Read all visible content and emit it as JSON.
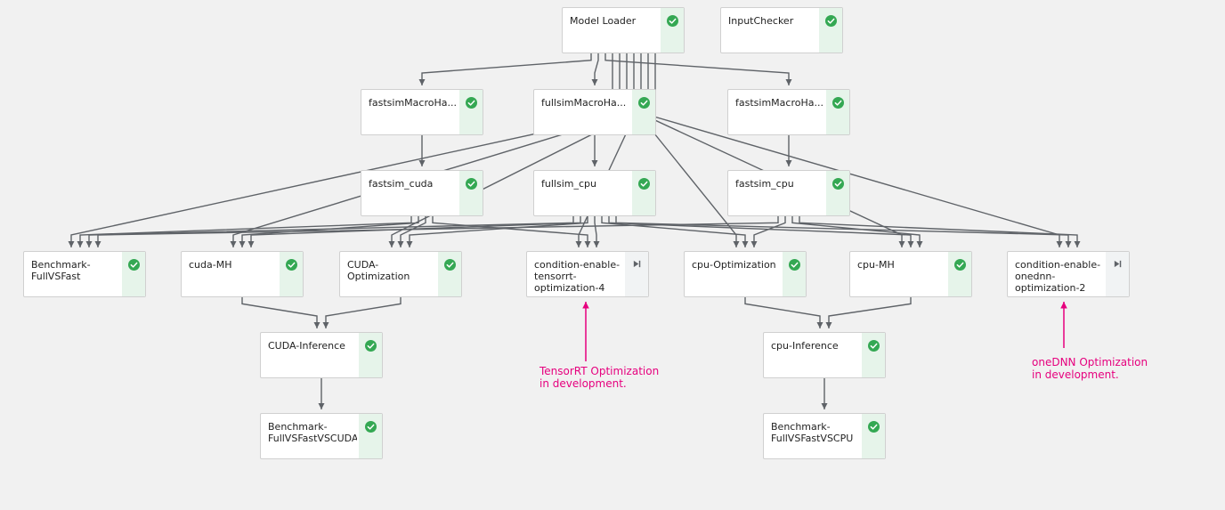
{
  "colors": {
    "background": "#f1f1f1",
    "edge": "#5f6368",
    "success_green": "#34a853",
    "skipped_icon": "#5f6368",
    "annotation_magenta": "#e6007e"
  },
  "nodes": [
    {
      "id": "model-loader",
      "label": "Model Loader",
      "status": "succeeded"
    },
    {
      "id": "input-checker",
      "label": "InputChecker",
      "status": "succeeded"
    },
    {
      "id": "fastsim-macro-1",
      "label": "fastsimMacroHa...",
      "status": "succeeded"
    },
    {
      "id": "fullsim-macro",
      "label": "fullsimMacroHa...",
      "status": "succeeded"
    },
    {
      "id": "fastsim-macro-2",
      "label": "fastsimMacroHa...",
      "status": "succeeded"
    },
    {
      "id": "fastsim-cuda",
      "label": "fastsim_cuda",
      "status": "succeeded"
    },
    {
      "id": "fullsim-cpu",
      "label": "fullsim_cpu",
      "status": "succeeded"
    },
    {
      "id": "fastsim-cpu",
      "label": "fastsim_cpu",
      "status": "succeeded"
    },
    {
      "id": "benchmark-fullvsfast",
      "label": "Benchmark-\nFullVSFast",
      "status": "succeeded"
    },
    {
      "id": "cuda-mh",
      "label": "cuda-MH",
      "status": "succeeded"
    },
    {
      "id": "cuda-optimization",
      "label": "CUDA-\nOptimization",
      "status": "succeeded"
    },
    {
      "id": "condition-tensorrt",
      "label": "condition-enable-\ntensorrt-\noptimization-4",
      "status": "skipped"
    },
    {
      "id": "cpu-optimization",
      "label": "cpu-Optimization",
      "status": "succeeded"
    },
    {
      "id": "cpu-mh",
      "label": "cpu-MH",
      "status": "succeeded"
    },
    {
      "id": "condition-onednn",
      "label": "condition-enable-\nonednn-\noptimization-2",
      "status": "skipped"
    },
    {
      "id": "cuda-inference",
      "label": "CUDA-Inference",
      "status": "succeeded"
    },
    {
      "id": "cpu-inference",
      "label": "cpu-Inference",
      "status": "succeeded"
    },
    {
      "id": "benchmark-cuda",
      "label": "Benchmark-\nFullVSFastVSCUDA",
      "status": "succeeded"
    },
    {
      "id": "benchmark-cpu",
      "label": "Benchmark-\nFullVSFastVSCPU",
      "status": "succeeded"
    }
  ],
  "edges": [
    [
      "model-loader",
      "fastsim-macro-1"
    ],
    [
      "model-loader",
      "fullsim-macro"
    ],
    [
      "model-loader",
      "fastsim-macro-2"
    ],
    [
      "fastsim-macro-1",
      "fastsim-cuda"
    ],
    [
      "fullsim-macro",
      "fullsim-cpu"
    ],
    [
      "fastsim-macro-2",
      "fastsim-cpu"
    ],
    [
      "model-loader",
      "benchmark-fullvsfast"
    ],
    [
      "fastsim-cuda",
      "benchmark-fullvsfast"
    ],
    [
      "fullsim-cpu",
      "benchmark-fullvsfast"
    ],
    [
      "fastsim-cpu",
      "benchmark-fullvsfast"
    ],
    [
      "model-loader",
      "cuda-mh"
    ],
    [
      "fastsim-cuda",
      "cuda-mh"
    ],
    [
      "fullsim-cpu",
      "cuda-mh"
    ],
    [
      "model-loader",
      "cuda-optimization"
    ],
    [
      "fastsim-cuda",
      "cuda-optimization"
    ],
    [
      "fullsim-cpu",
      "cuda-optimization"
    ],
    [
      "model-loader",
      "condition-tensorrt"
    ],
    [
      "fastsim-cuda",
      "condition-tensorrt"
    ],
    [
      "fullsim-cpu",
      "condition-tensorrt"
    ],
    [
      "model-loader",
      "cpu-optimization"
    ],
    [
      "fullsim-cpu",
      "cpu-optimization"
    ],
    [
      "fastsim-cpu",
      "cpu-optimization"
    ],
    [
      "model-loader",
      "cpu-mh"
    ],
    [
      "fullsim-cpu",
      "cpu-mh"
    ],
    [
      "fastsim-cpu",
      "cpu-mh"
    ],
    [
      "model-loader",
      "condition-onednn"
    ],
    [
      "fullsim-cpu",
      "condition-onednn"
    ],
    [
      "fastsim-cpu",
      "condition-onednn"
    ],
    [
      "cuda-mh",
      "cuda-inference"
    ],
    [
      "cuda-optimization",
      "cuda-inference"
    ],
    [
      "cuda-inference",
      "benchmark-cuda"
    ],
    [
      "cpu-optimization",
      "cpu-inference"
    ],
    [
      "cpu-mh",
      "cpu-inference"
    ],
    [
      "cpu-inference",
      "benchmark-cpu"
    ]
  ],
  "annotations": [
    {
      "id": "tensorrt-note",
      "text": "TensorRT Optimization\nin development.",
      "target": "condition-tensorrt"
    },
    {
      "id": "onednn-note",
      "text": "oneDNN Optimization\nin development.",
      "target": "condition-onednn"
    }
  ]
}
